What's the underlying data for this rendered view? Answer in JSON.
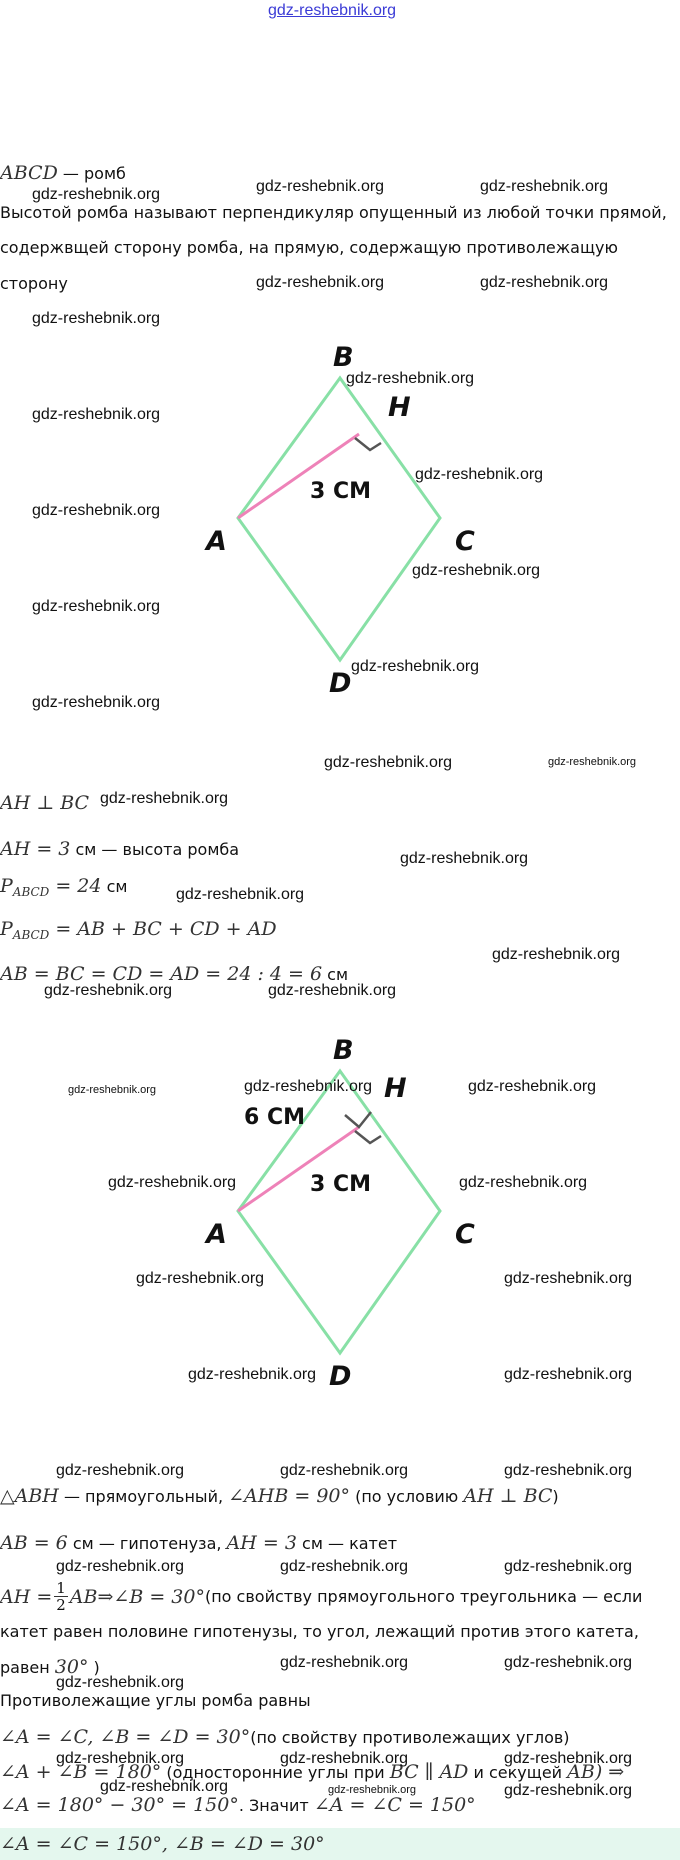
{
  "site_url": "gdz-reshebnik.org",
  "watermark": "gdz-reshebnik.org",
  "intro": {
    "rhombus_name": "ABCD",
    "rhombus_word": "— ромб",
    "definition_lines": [
      "Высотой ромба называют перпендикуляр опущенный из любой точки прямой,",
      "содержвщей сторону ромба, на прямую, содержащую противолежащую",
      "сторону"
    ]
  },
  "figure1": {
    "vertices": {
      "A": "A",
      "B": "B",
      "C": "C",
      "D": "D",
      "H": "H"
    },
    "height_label": "3 СМ"
  },
  "figure2": {
    "vertices": {
      "A": "A",
      "B": "B",
      "C": "C",
      "D": "D",
      "H": "H"
    },
    "height_label": "3 СМ",
    "side_label": "6 СМ"
  },
  "colors": {
    "rhombus_stroke": "#88e0a6",
    "height_stroke": "#ee82b8",
    "right_angle": "#555555",
    "answer_bg": "#e4f7ee",
    "watermark_top": "#3b3bd6"
  },
  "solution1": {
    "perp": "AH ⊥ BC",
    "height_math": "AH = 3",
    "height_text": " см — высота ромба",
    "perimeter_math": "P",
    "perimeter_sub": "ABCD",
    "perimeter_value": " = 24",
    "perimeter_unit": " см",
    "perimeter_formula_lhs": "P",
    "perimeter_formula_sub": "ABCD",
    "perimeter_formula_rhs": " = AB + BC + CD + AD",
    "sides_math": "AB = BC = CD = AD = 24 : 4 = 6",
    "sides_unit": " см"
  },
  "solution2": {
    "line1_math1": "△ABH",
    "line1_text1": " — прямоугольный, ",
    "line1_math2": "∠AHB = 90°",
    "line1_text2": " (по условию ",
    "line1_math3": "AH ⊥ BC",
    "line1_text3": ")",
    "line2_math1": "AB = 6",
    "line2_text1": " см — гипотенуза, ",
    "line2_math2": "AH = 3",
    "line2_text2": " см — катет",
    "line3_math1": "AH = ",
    "frac_num": "1",
    "frac_den": "2",
    "line3_math2": "AB⇒∠B = 30°",
    "line3_text": " (по свойству прямоугольного треугольника — если",
    "line4_text": "катет равен половине гипотенузы, то угол, лежащий против этого катета,",
    "line5_text1": "равен ",
    "line5_math": "30°",
    "line5_text2": " )",
    "line6_text": "Противолежащие углы ромба равны",
    "line7_math": "∠A = ∠C, ∠B = ∠D = 30°",
    "line7_text": "(по свойству противолежащих углов)",
    "line8_math1": "∠A + ∠B = 180°",
    "line8_text1": " (односторонние углы при ",
    "line8_math2": "BC ∥ AD",
    "line8_text2": " и секущей ",
    "line8_math3": "AB) ⇒",
    "line9_math1": "∠A = 180° − 30° = 150°",
    "line9_text": ". Значит ",
    "line9_math2": "∠A = ∠C = 150°",
    "answer_math": "∠A = ∠C = 150°, ∠B = ∠D = 30°"
  }
}
